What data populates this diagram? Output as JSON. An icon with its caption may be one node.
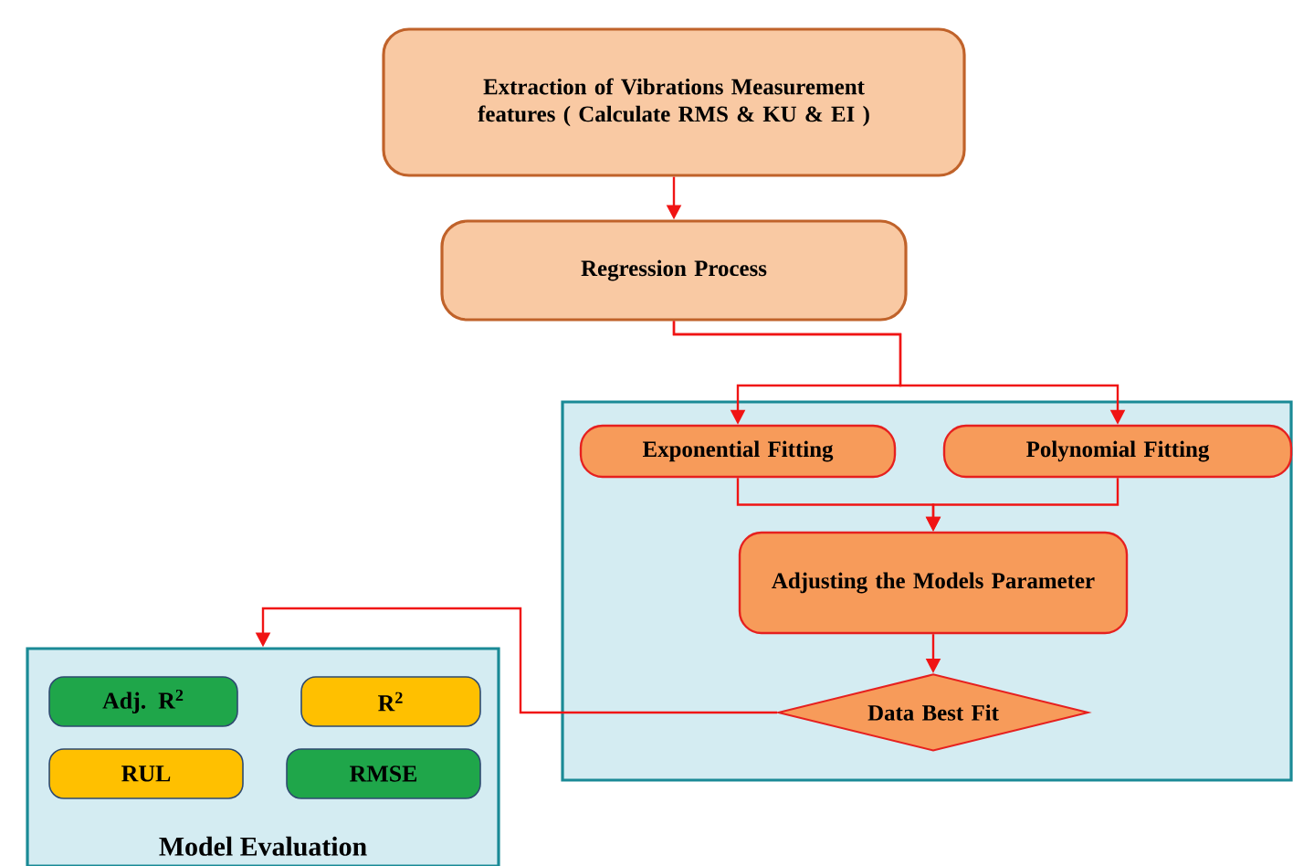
{
  "diagram": {
    "nodes": [
      {
        "text": [
          "Extraction of Vibrations Measurement features ( Calculate RMS & KU & EI )"
        ]
      },
      {
        "text": [
          "Regression Process"
        ]
      },
      {
        "text": [],
        "shape": "box"
      },
      {
        "text": [
          "Exponential Fitting"
        ],
        "in": 2
      },
      {
        "text": [
          "Polynomial Fitting"
        ],
        "in": 2
      },
      {
        "text": [
          "Adjusting the Models Parameter"
        ],
        "in": 2
      },
      {
        "text": [
          "Data Best Fit"
        ],
        "in": 2
      },
      {
        "text": [
          "Model Evaluation"
        ]
      },
      {
        "text": [
          "Adj. R$^{2}$"
        ],
        "in": 7
      },
      {
        "text": [
          "R$^{2}$"
        ],
        "in": 7
      },
      {
        "text": [
          "RUL"
        ],
        "in": 7
      },
      {
        "text": [
          "RMSE"
        ],
        "in": 7
      }
    ],
    "edges": [
      {
        "from": 0,
        "to": 1,
        "arrow": "to"
      },
      {
        "from": 1,
        "to": 3,
        "arrow": "to"
      },
      {
        "from": 1,
        "to": 4,
        "arrow": "to"
      },
      {
        "from": 3,
        "to": 5,
        "arrow": "to"
      },
      {
        "from": 4,
        "to": 5,
        "arrow": "to"
      },
      {
        "from": 5,
        "to": 6,
        "arrow": "to"
      },
      {
        "from": 6,
        "to": 7,
        "arrow": "to"
      }
    ]
  }
}
